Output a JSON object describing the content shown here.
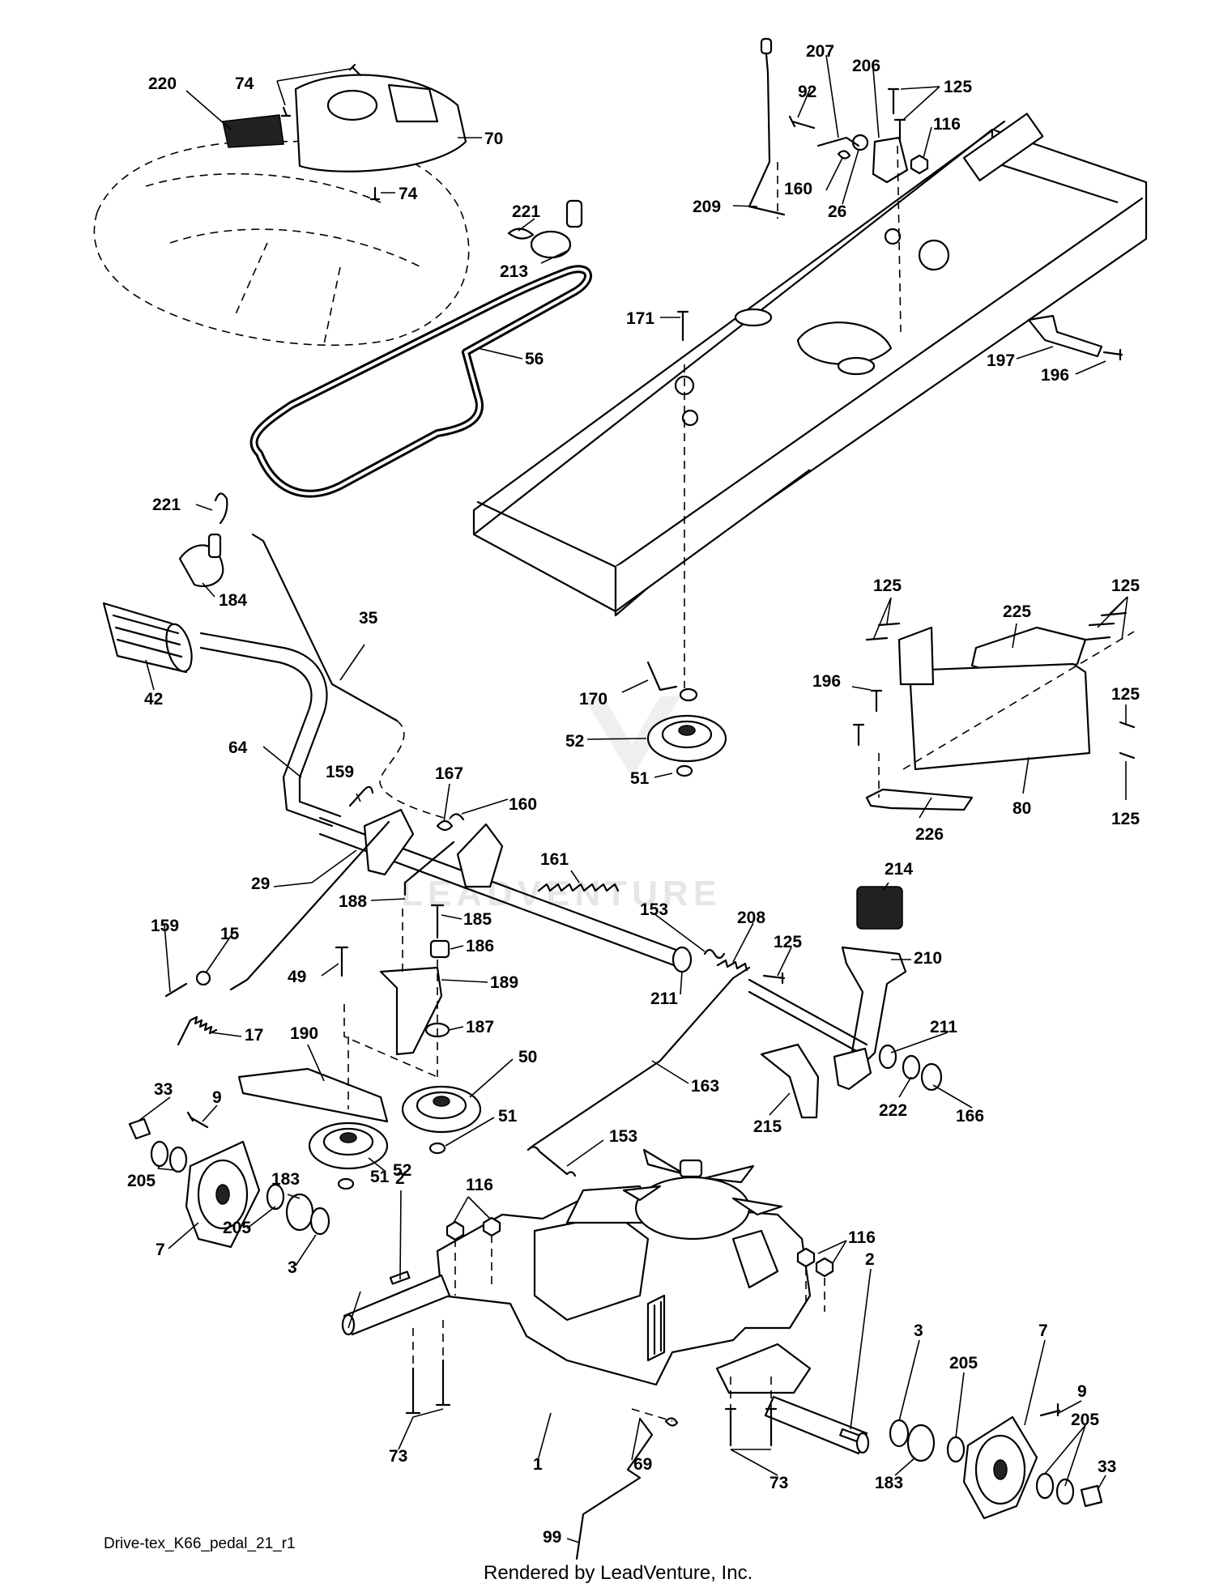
{
  "diagram": {
    "footer_code": "Drive-tex_K66_pedal_21_r1",
    "credit": "Rendered by LeadVenture, Inc.",
    "watermark": "LEADVENTURE",
    "callouts": [
      {
        "id": "c220",
        "text": "220"
      },
      {
        "id": "c74a",
        "text": "74"
      },
      {
        "id": "c70",
        "text": "70"
      },
      {
        "id": "c74b",
        "text": "74"
      },
      {
        "id": "c221a",
        "text": "221"
      },
      {
        "id": "c213",
        "text": "213"
      },
      {
        "id": "c56",
        "text": "56"
      },
      {
        "id": "c207",
        "text": "207"
      },
      {
        "id": "c206",
        "text": "206"
      },
      {
        "id": "c125a",
        "text": "125"
      },
      {
        "id": "c92",
        "text": "92"
      },
      {
        "id": "c116a",
        "text": "116"
      },
      {
        "id": "c160a",
        "text": "160"
      },
      {
        "id": "c26",
        "text": "26"
      },
      {
        "id": "c209",
        "text": "209"
      },
      {
        "id": "c171",
        "text": "171"
      },
      {
        "id": "c197",
        "text": "197"
      },
      {
        "id": "c196a",
        "text": "196"
      },
      {
        "id": "c221b",
        "text": "221"
      },
      {
        "id": "c184",
        "text": "184"
      },
      {
        "id": "c35",
        "text": "35"
      },
      {
        "id": "c42",
        "text": "42"
      },
      {
        "id": "c125b",
        "text": "125"
      },
      {
        "id": "c125c",
        "text": "125"
      },
      {
        "id": "c225",
        "text": "225"
      },
      {
        "id": "c196b",
        "text": "196"
      },
      {
        "id": "c125d",
        "text": "125"
      },
      {
        "id": "c170",
        "text": "170"
      },
      {
        "id": "c64",
        "text": "64"
      },
      {
        "id": "c52a",
        "text": "52"
      },
      {
        "id": "c159a",
        "text": "159"
      },
      {
        "id": "c167",
        "text": "167"
      },
      {
        "id": "c160b",
        "text": "160"
      },
      {
        "id": "c51a",
        "text": "51"
      },
      {
        "id": "c226",
        "text": "226"
      },
      {
        "id": "c80",
        "text": "80"
      },
      {
        "id": "c125e",
        "text": "125"
      },
      {
        "id": "c161",
        "text": "161"
      },
      {
        "id": "c214",
        "text": "214"
      },
      {
        "id": "c29",
        "text": "29"
      },
      {
        "id": "c188",
        "text": "188"
      },
      {
        "id": "c185",
        "text": "185"
      },
      {
        "id": "c153a",
        "text": "153"
      },
      {
        "id": "c208",
        "text": "208"
      },
      {
        "id": "c159b",
        "text": "159"
      },
      {
        "id": "c15",
        "text": "15"
      },
      {
        "id": "c186",
        "text": "186"
      },
      {
        "id": "c125f",
        "text": "125"
      },
      {
        "id": "c210",
        "text": "210"
      },
      {
        "id": "c49",
        "text": "49"
      },
      {
        "id": "c189",
        "text": "189"
      },
      {
        "id": "c211a",
        "text": "211"
      },
      {
        "id": "c17",
        "text": "17"
      },
      {
        "id": "c187",
        "text": "187"
      },
      {
        "id": "c211b",
        "text": "211"
      },
      {
        "id": "c190",
        "text": "190"
      },
      {
        "id": "c50",
        "text": "50"
      },
      {
        "id": "c163",
        "text": "163"
      },
      {
        "id": "c222",
        "text": "222"
      },
      {
        "id": "c166",
        "text": "166"
      },
      {
        "id": "c33a",
        "text": "33"
      },
      {
        "id": "c9a",
        "text": "9"
      },
      {
        "id": "c51b",
        "text": "51"
      },
      {
        "id": "c215",
        "text": "215"
      },
      {
        "id": "c153b",
        "text": "153"
      },
      {
        "id": "c52b",
        "text": "52"
      },
      {
        "id": "c205a",
        "text": "205"
      },
      {
        "id": "c183a",
        "text": "183"
      },
      {
        "id": "c2a",
        "text": "2"
      },
      {
        "id": "c116b",
        "text": "116"
      },
      {
        "id": "c51c",
        "text": "51"
      },
      {
        "id": "c116c",
        "text": "116"
      },
      {
        "id": "c7a",
        "text": "7"
      },
      {
        "id": "c205b",
        "text": "205"
      },
      {
        "id": "c3a",
        "text": "3"
      },
      {
        "id": "c2b",
        "text": "2"
      },
      {
        "id": "c3b",
        "text": "3"
      },
      {
        "id": "c7b",
        "text": "7"
      },
      {
        "id": "c205c",
        "text": "205"
      },
      {
        "id": "c9b",
        "text": "9"
      },
      {
        "id": "c73a",
        "text": "73"
      },
      {
        "id": "c1",
        "text": "1"
      },
      {
        "id": "c69",
        "text": "69"
      },
      {
        "id": "c205d",
        "text": "205"
      },
      {
        "id": "c33b",
        "text": "33"
      },
      {
        "id": "c73b",
        "text": "73"
      },
      {
        "id": "c183b",
        "text": "183"
      },
      {
        "id": "c99",
        "text": "99"
      }
    ]
  }
}
